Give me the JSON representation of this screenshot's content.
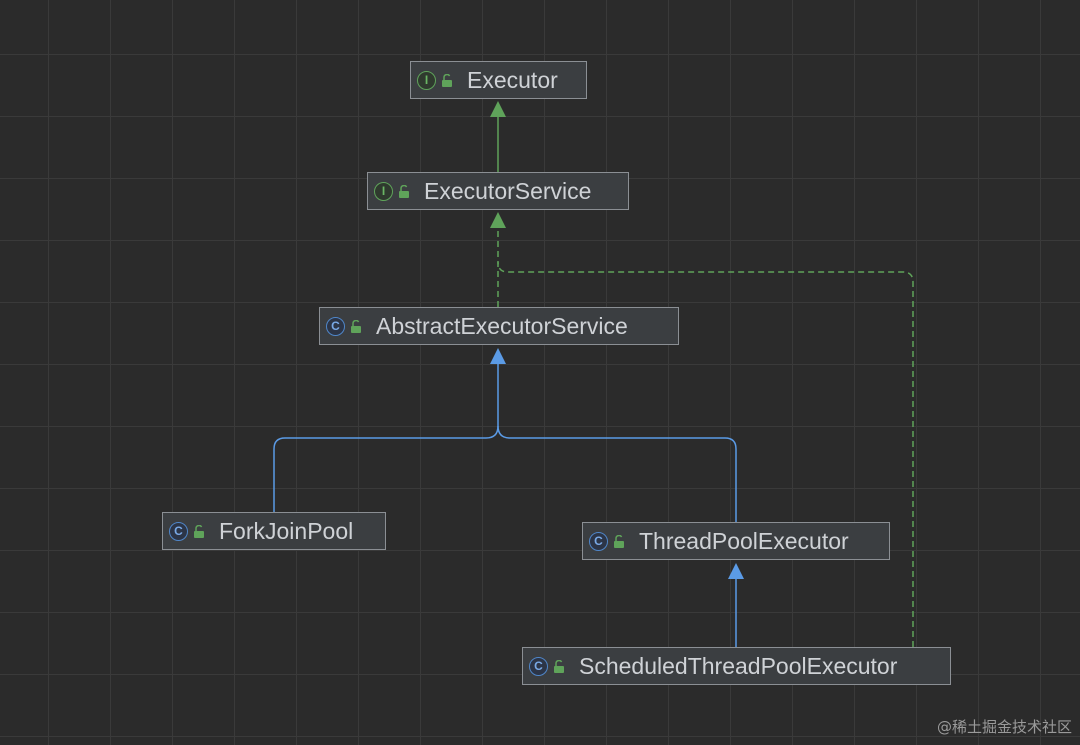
{
  "nodes": [
    {
      "id": "executor",
      "label": "Executor",
      "kind": "interface",
      "kind_letter": "I"
    },
    {
      "id": "executor-service",
      "label": "ExecutorService",
      "kind": "interface",
      "kind_letter": "I"
    },
    {
      "id": "abstract-executor-service",
      "label": "AbstractExecutorService",
      "kind": "class",
      "kind_letter": "C"
    },
    {
      "id": "fork-join-pool",
      "label": "ForkJoinPool",
      "kind": "class",
      "kind_letter": "C"
    },
    {
      "id": "thread-pool-executor",
      "label": "ThreadPoolExecutor",
      "kind": "class",
      "kind_letter": "C"
    },
    {
      "id": "scheduled-thread-pool-executor",
      "label": "ScheduledThreadPoolExecutor",
      "kind": "class",
      "kind_letter": "C"
    }
  ],
  "edges": [
    {
      "from": "executor-service",
      "to": "executor",
      "type": "extends-interface"
    },
    {
      "from": "abstract-executor-service",
      "to": "executor-service",
      "type": "implements"
    },
    {
      "from": "scheduled-thread-pool-executor",
      "to": "executor-service",
      "type": "implements"
    },
    {
      "from": "fork-join-pool",
      "to": "abstract-executor-service",
      "type": "extends"
    },
    {
      "from": "thread-pool-executor",
      "to": "abstract-executor-service",
      "type": "extends"
    },
    {
      "from": "scheduled-thread-pool-executor",
      "to": "thread-pool-executor",
      "type": "extends"
    }
  ],
  "colors": {
    "interface_edge": "#5fa35a",
    "class_edge": "#5b9be6",
    "background": "#2b2b2b"
  },
  "watermark": "@稀土掘金技术社区"
}
